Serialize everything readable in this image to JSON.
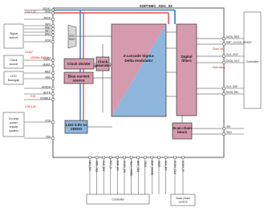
{
  "title": "028TSMC_ADC_02",
  "blocks": {
    "vco_mux": "VCO MUX",
    "clock_divider": "Clock divider",
    "clock_generator_1": "Clock",
    "clock_generator_2": "generator",
    "bias_current_1": "Bias current",
    "bias_current_2": "source",
    "modulator_1": "2-cascade Sigma-",
    "modulator_2": "Delta modulator",
    "digital_filters_1": "Digital",
    "digital_filters_2": "filters",
    "ldo_1": "LDO 0.9V to",
    "ldo_2": "VDDIO",
    "scan_chain_1": "Scan chain",
    "scan_chain_2": "block"
  },
  "external": {
    "signal_source_1": "Signal",
    "signal_source_2": "source",
    "clock_source_1": "Clock",
    "clock_source_2": "source",
    "ldo_bandgap_1": "LDO",
    "ldo_bandgap_2": "Bandgap",
    "on_chip_1": "On chip",
    "on_chip_2": "power",
    "on_chip_3": "supply",
    "on_chip_4": "system",
    "controller_right": "Controller",
    "controller_bottom": "Controller",
    "scan_chain_control_1": "Scan chain",
    "scan_chain_control_2": "control"
  },
  "left_pins": [
    "VDDIO",
    "GND",
    "AVDD",
    "INP0",
    "INN0",
    "INP1",
    "INN1",
    "VCM",
    "CLKin",
    "clkSEL",
    "IREF",
    "VBG",
    "AVDDH",
    "BGTR",
    "ENABLE",
    "PCB",
    "VSS"
  ],
  "right_pins": [
    "DATA_BUS",
    "DSP_CLOCK_READY",
    "CLK_OUT",
    "DATA_OUT",
    "CLK_DSP",
    "DATA_SEL",
    "SDI",
    "SDO"
  ],
  "bottom_pins": [
    "LDO_EN",
    "VDD_SEL",
    "CLK_DIV",
    "RST_N",
    "DSP_EN",
    "SCAN_EN",
    "TEST_MODE",
    "ADC_SEL",
    "TRIM",
    "DSP_MODE",
    "VREF",
    "CLK_EN",
    "SCAN_CLK",
    "SCAN_IN"
  ],
  "annotations": {
    "input_1v": "0.9V/1.8V",
    "ref_cap": "1V/1pF",
    "clk_range": "100MHz-500MHz",
    "reset_level": "0.9V",
    "vdd_level": "0.9V/1.8V",
    "ok_note": "Clock OK",
    "data_ready": "Data ready"
  },
  "colors": {
    "pink": "#d69aae",
    "blue": "#8fb6dd",
    "red": "#e0252a",
    "bus_blue": "#2e7bc4"
  }
}
